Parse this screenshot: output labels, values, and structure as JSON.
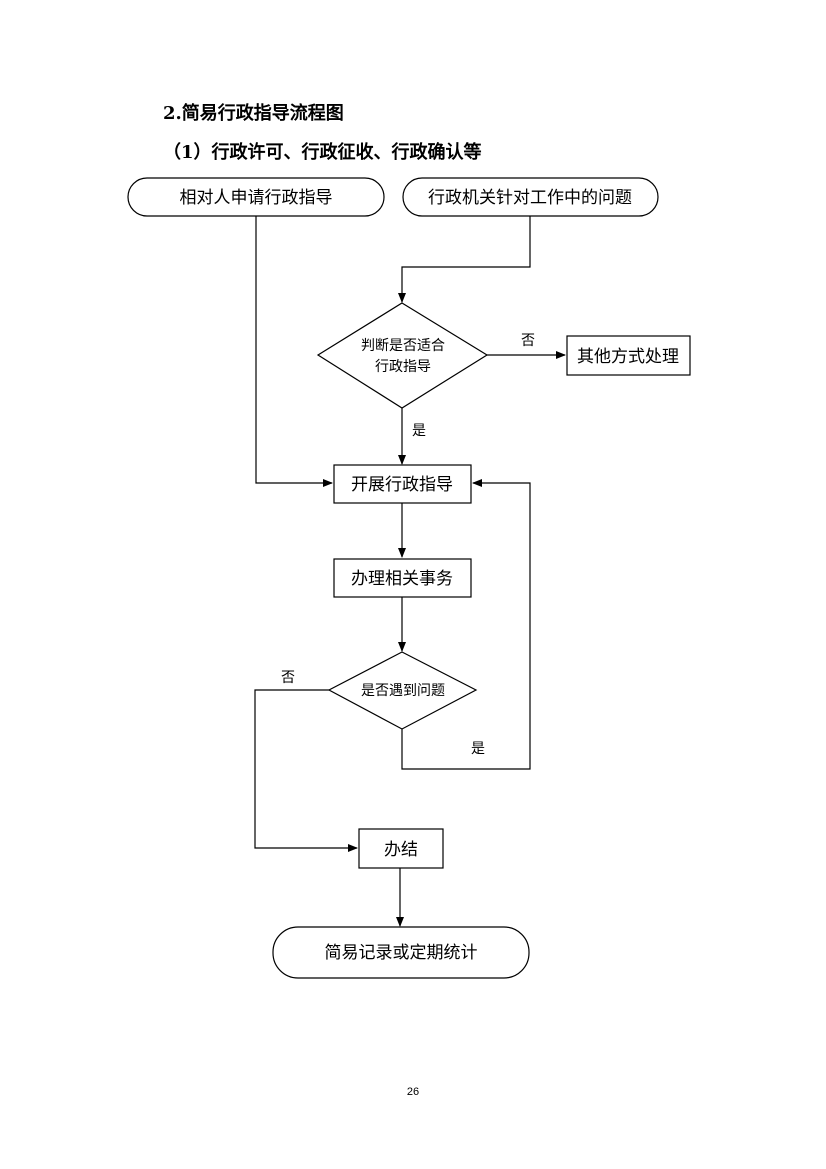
{
  "heading": {
    "title": "2.简易行政指导流程图",
    "subtitle": "（1）行政许可、行政征收、行政确认等"
  },
  "flowchart": {
    "nodes": {
      "start_left": "相对人申请行政指导",
      "start_right": "行政机关针对工作中的问题",
      "decision1_line1": "判断是否适合",
      "decision1_line2": "行政指导",
      "other_way": "其他方式处理",
      "conduct": "开展行政指导",
      "handle": "办理相关事务",
      "decision2": "是否遇到问题",
      "finish": "办结",
      "end": "简易记录或定期统计"
    },
    "edge_labels": {
      "d1_no": "否",
      "d1_yes": "是",
      "d2_no": "否",
      "d2_yes": "是"
    }
  },
  "page_number": "26"
}
